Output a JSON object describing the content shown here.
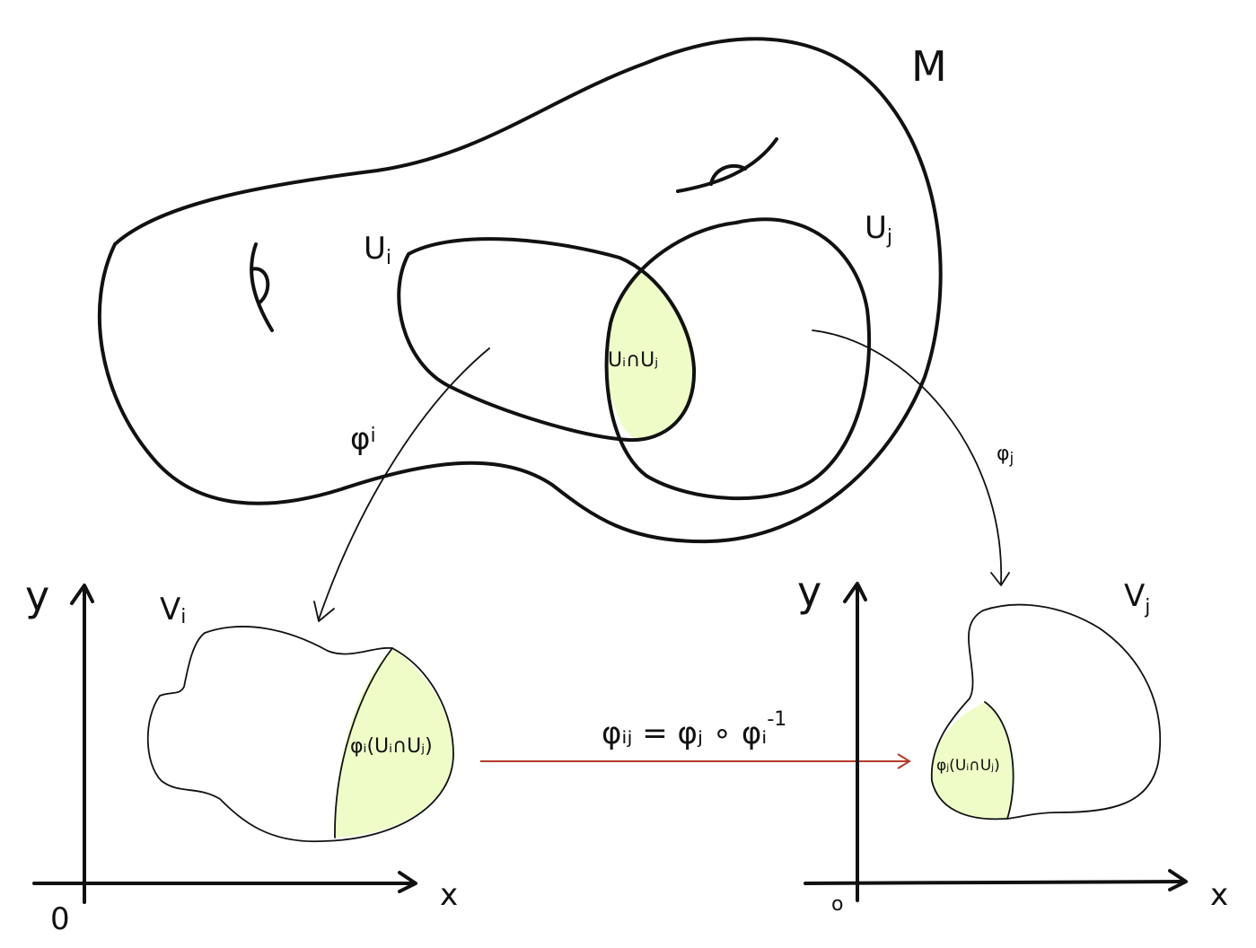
{
  "labels": {
    "manifold": "M",
    "chart_i": "U",
    "chart_i_sub": "i",
    "chart_j": "U",
    "chart_j_sub": "j",
    "intersection": "Uᵢ∩Uⱼ",
    "map_i": "φ",
    "map_i_sub": "i",
    "map_j": "φ",
    "map_j_sub": "j",
    "image_i": "V",
    "image_i_sub": "i",
    "image_j": "V",
    "image_j_sub": "j",
    "image_i_overlap": "φᵢ(Uᵢ∩Uⱼ)",
    "image_j_overlap": "φⱼ(Uᵢ∩Uⱼ)",
    "transition": "φᵢⱼ = φⱼ ∘ φᵢ",
    "transition_sup": "-1"
  },
  "axes_left": {
    "x_label": "x",
    "y_label": "y",
    "origin_label": "0"
  },
  "axes_right": {
    "x_label": "x",
    "y_label": "y",
    "origin_label": "o"
  },
  "colors": {
    "overlap_fill": "#eefcc8",
    "ink": "#111111",
    "transition_arrow": "#b33a2a"
  }
}
